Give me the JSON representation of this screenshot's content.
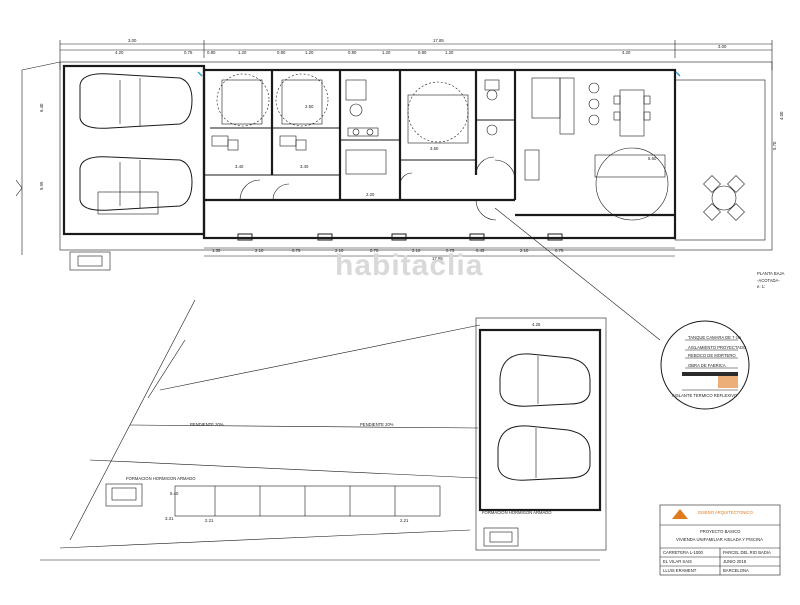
{
  "watermark": "habitaclia",
  "top_dimensions": [
    "3.00",
    "17.85",
    "3.00"
  ],
  "top_sub_dimensions": [
    "4.20",
    "0.75",
    "0.80",
    "1.20",
    "0.80",
    "1.20",
    "0.80",
    "1.20",
    "0.80",
    "1.20",
    "4.20"
  ],
  "bottom_sub_dimensions": [
    "1.35",
    "2.10",
    "0.75",
    "2.10",
    "0.75",
    "2.10",
    "0.75",
    "2.10",
    "0.75",
    "0.45"
  ],
  "bottom_total": "17.85",
  "left_dimensions": [
    "6.40",
    "5.95"
  ],
  "right_dimensions": [
    "5.70",
    "4.00"
  ],
  "room_labels": [
    "3.40",
    "2.50",
    "3.40",
    "3.50",
    "5.60",
    "2.20"
  ],
  "plan_labels": {
    "plan_title": "PLANTA BAJA",
    "plan_subtitle": "-ACOTADA-",
    "plan_scale": "e: 1:"
  },
  "detail_callout": {
    "lines": [
      "TANQUE CAMARA DE 7 cm",
      "AISLAMIENTO PROYECTADO",
      "REBOCO DE MORTERO",
      "OBRA DE FABRICA",
      "AISLANTE TERMICO REFLEXIVO"
    ]
  },
  "site": {
    "slope_left": "PENDIENTE 20%",
    "slope_right": "PENDIENTE 20%",
    "parking_label_a": "FORMACION HORMIGON ARMADO",
    "parking_label_b": "FORMACION HORMIGON ARMADO",
    "width_top": "4.25",
    "dim_a": "2.21",
    "dim_b": "3.31",
    "dim_c": "5.40",
    "dim_d": "2.21"
  },
  "title_block": {
    "company": "DISEÑO ARQUITECTONICO",
    "project_label": "PROYECTO BASICO",
    "project_name": "VIVIENDA UNIFAMILIAR AISLADA Y PISCINA",
    "row1_a": "CARRETERA L-1000",
    "row1_b": "PARCEL DEL RIO BADIA",
    "row2_a": "EL VILAR SAIS",
    "row2_b": "JUNIO 2018",
    "row3_a": "LLUIS ERAMENT",
    "row3_b": "BARCELONA"
  },
  "colors": {
    "line": "#1a1a1a",
    "accent_orange": "#e07a1f",
    "marker_cyan": "#2aa0d0",
    "watermark": "#d9d9d9"
  }
}
